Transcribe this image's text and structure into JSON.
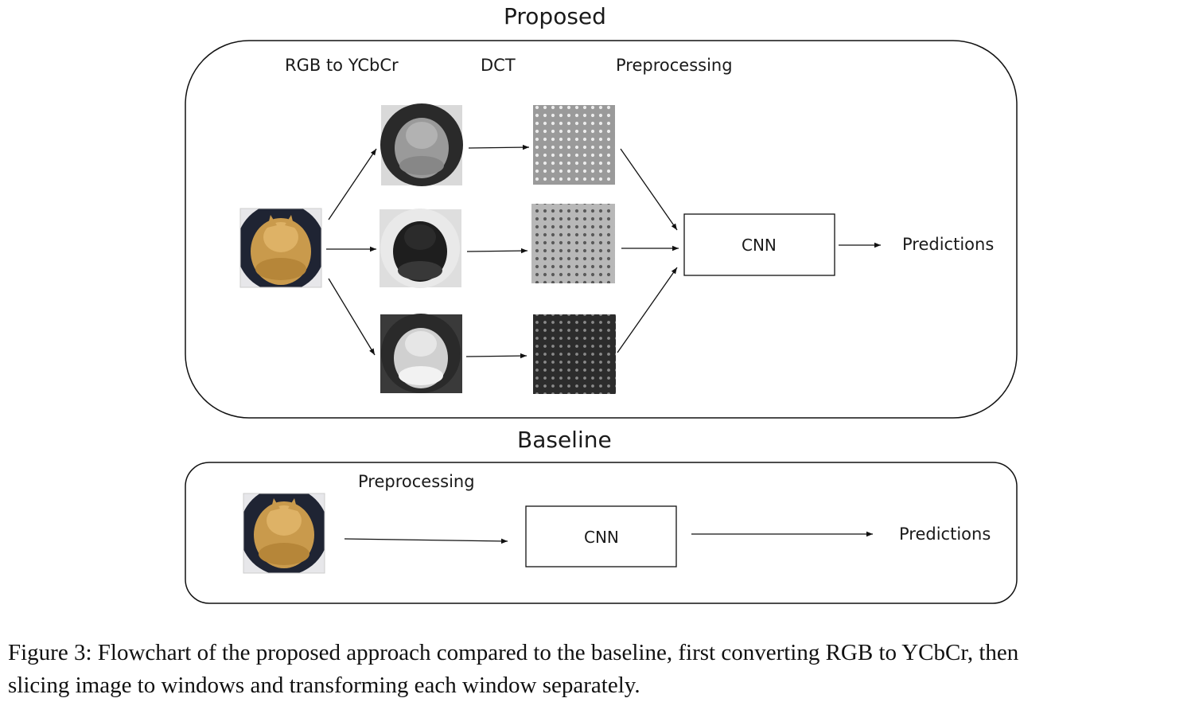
{
  "proposed": {
    "title": "Proposed",
    "steps": [
      "RGB to YCbCr",
      "DCT",
      "Preprocessing"
    ],
    "cnn_label": "CNN",
    "output_label": "Predictions",
    "input_image": "orange-cat-photo",
    "ycbcr_channel_images": [
      "cat-y-channel-grayscale",
      "cat-cb-channel-grayscale",
      "cat-cr-channel-grayscale"
    ],
    "dct_images": [
      "dct-y-dotted-grid",
      "dct-cb-dotted-grid",
      "dct-cr-dotted-grid"
    ]
  },
  "baseline": {
    "title": "Baseline",
    "step": "Preprocessing",
    "cnn_label": "CNN",
    "output_label": "Predictions",
    "input_image": "orange-cat-photo"
  },
  "caption": {
    "line1": "Figure 3: Flowchart of the proposed approach compared to the baseline, first converting RGB to YCbCr, then",
    "line2": "slicing image to windows and transforming each window separately."
  },
  "colors": {
    "line": "#111111",
    "cat_orange": "#d4a24e",
    "frame_dark": "#1f2433"
  }
}
